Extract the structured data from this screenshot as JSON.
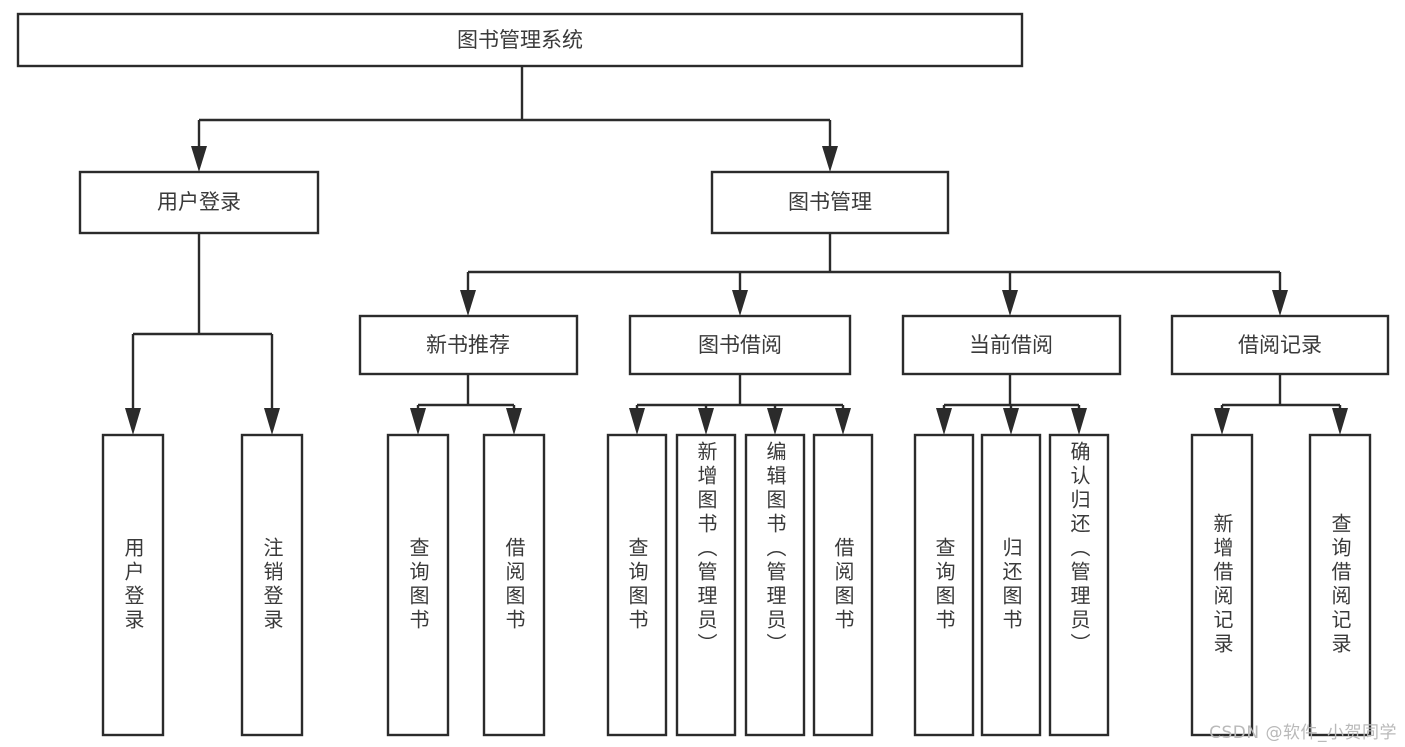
{
  "diagram": {
    "title": "图书管理系统",
    "type": "tree-hierarchy-functional-decomposition",
    "root": {
      "label": "图书管理系统"
    },
    "level2": [
      {
        "label": "用户登录"
      },
      {
        "label": "图书管理"
      }
    ],
    "level3": [
      {
        "label": "新书推荐"
      },
      {
        "label": "图书借阅"
      },
      {
        "label": "当前借阅"
      },
      {
        "label": "借阅记录"
      }
    ],
    "leaves": {
      "user_login": [
        {
          "label": "用户登录"
        },
        {
          "label": "注销登录"
        }
      ],
      "new_book_recommend": [
        {
          "label": "查询图书"
        },
        {
          "label": "借阅图书"
        }
      ],
      "book_borrow": [
        {
          "label": "查询图书"
        },
        {
          "label": "新增图书（管理员）"
        },
        {
          "label": "编辑图书（管理员）"
        },
        {
          "label": "借阅图书"
        }
      ],
      "current_borrow": [
        {
          "label": "查询图书"
        },
        {
          "label": "归还图书"
        },
        {
          "label": "确认归还（管理员）"
        }
      ],
      "borrow_record": [
        {
          "label": "新增借阅记录"
        },
        {
          "label": "查询借阅记录"
        }
      ]
    },
    "watermark": "CSDN @软件_小贺同学",
    "colors": {
      "stroke": "#2b2b2b",
      "text": "#3a3a3a",
      "background": "#ffffff",
      "watermark": "#b9b9b9"
    }
  }
}
